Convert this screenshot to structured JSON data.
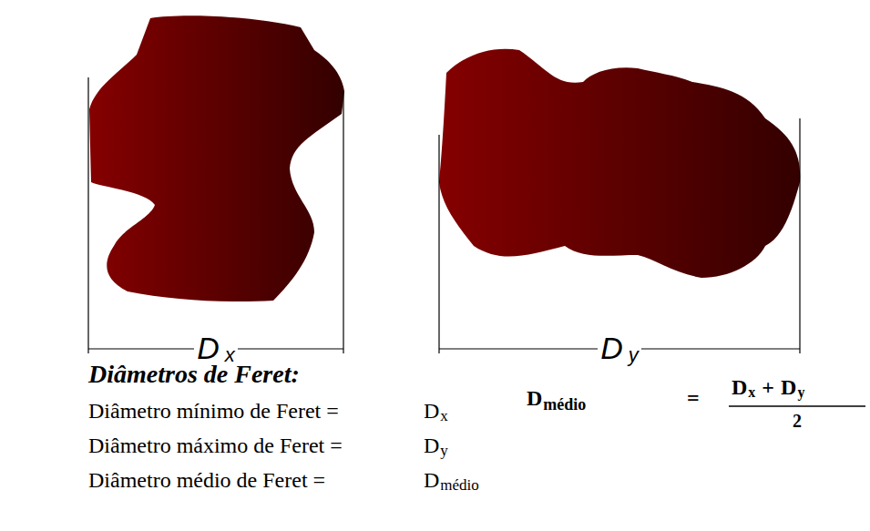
{
  "diagram": {
    "labels": [
      "D",
      "x",
      "D",
      "y",
      "Diâmetros de Feret:",
      "Diâmetro mínimo de Feret =",
      "D",
      "x",
      "Diâmetro máximo de Feret =",
      "D",
      "y",
      "Diâmetro médio de Feret =",
      "D",
      "médio",
      "D",
      "médio",
      "=",
      "D",
      "x",
      "+",
      "D",
      "y",
      "2"
    ]
  }
}
